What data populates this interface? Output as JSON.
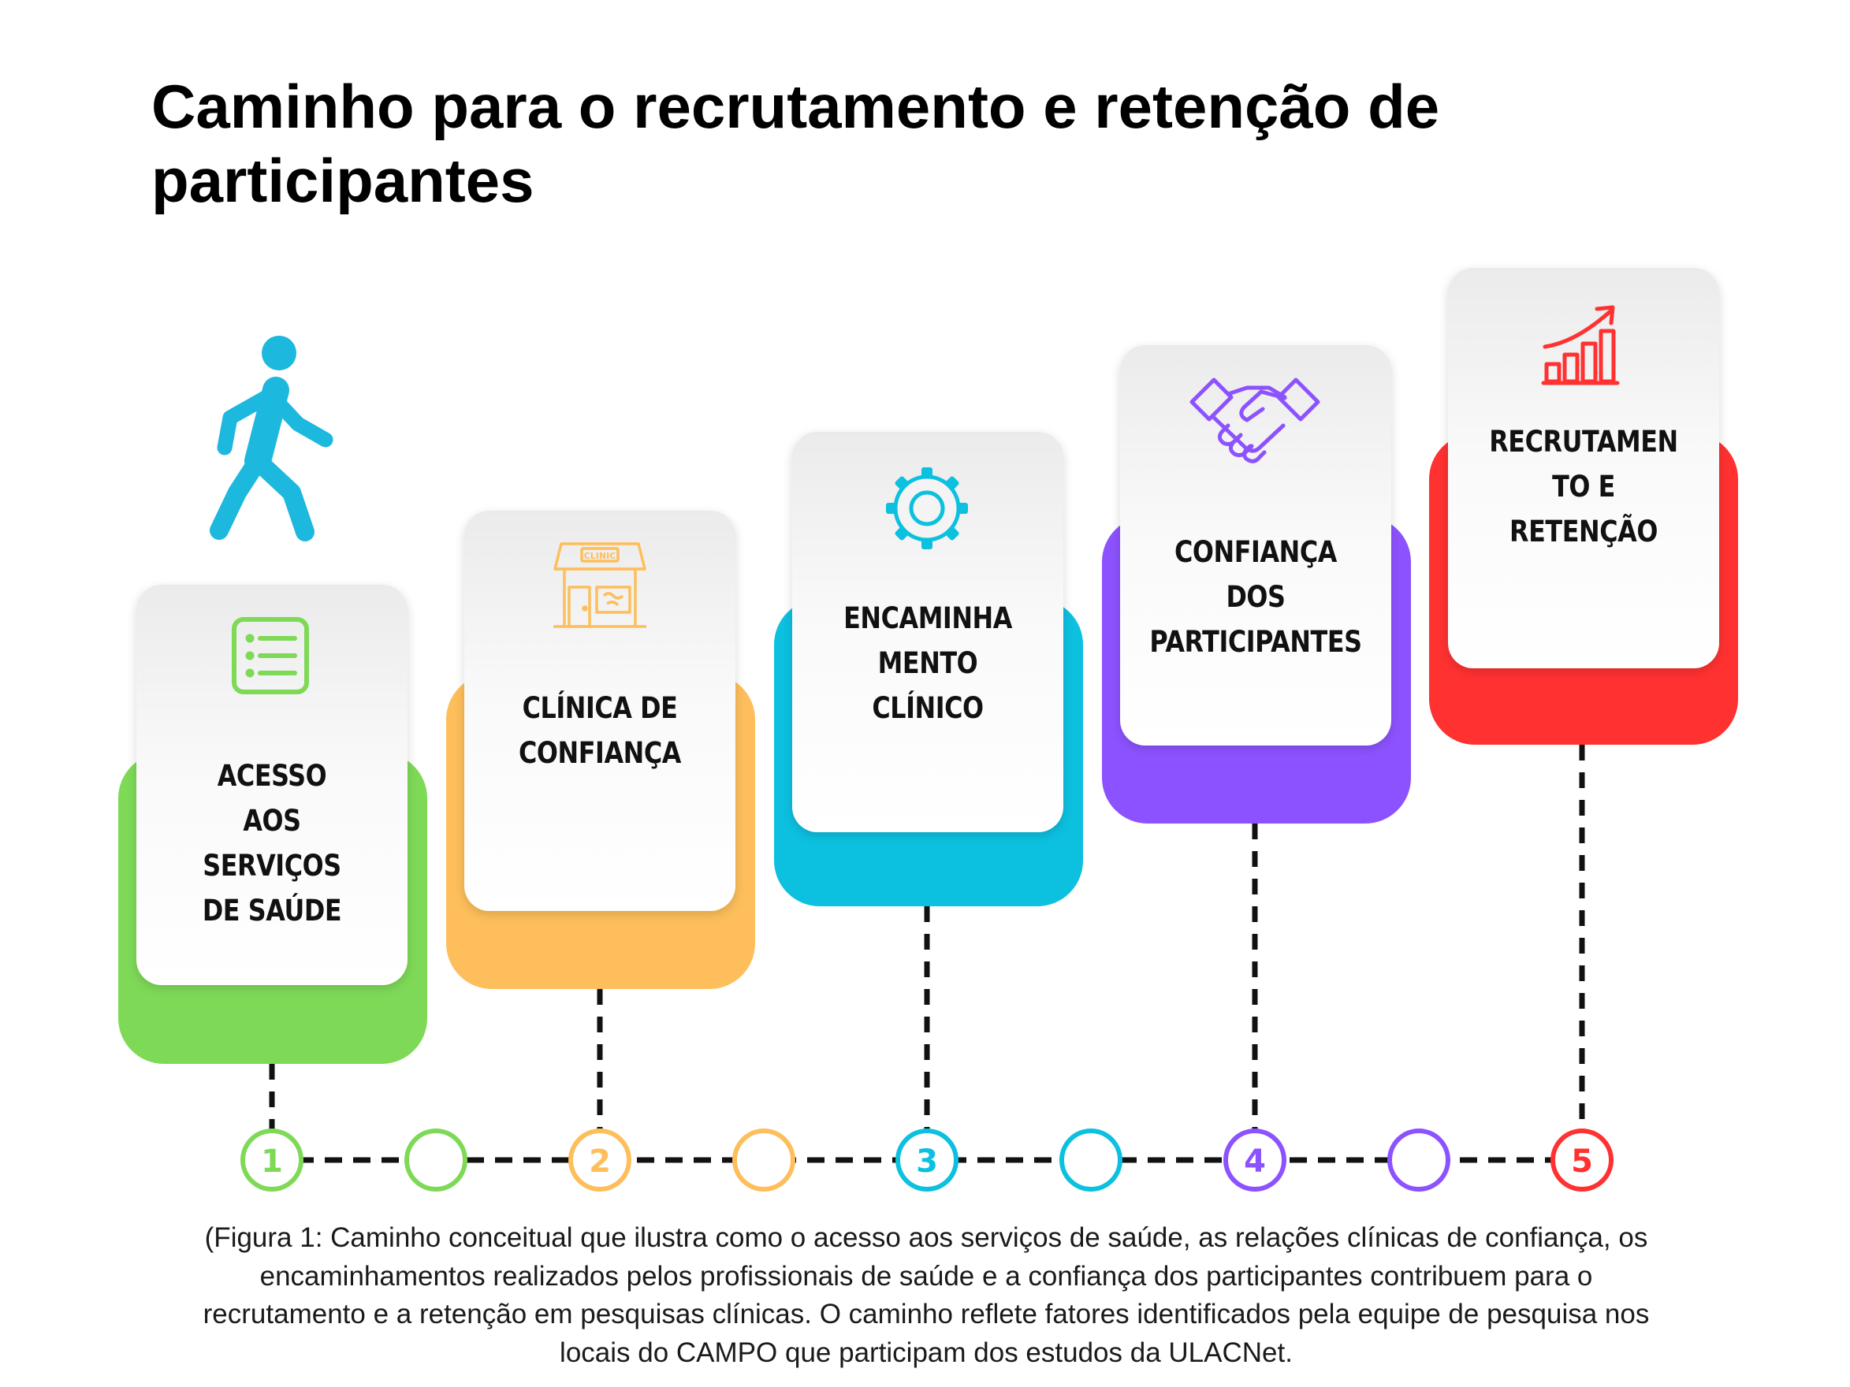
{
  "title": {
    "line1": "Caminho para o recrutamento e retenção de",
    "line2": "participantes"
  },
  "steps": [
    {
      "number": "1",
      "label_lines": [
        "ACESSO",
        "AOS",
        "SERVIÇOS",
        "DE SAÚDE"
      ],
      "icon": "list-icon",
      "color": "#7ED957"
    },
    {
      "number": "2",
      "label_lines": [
        "CLÍNICA DE",
        "CONFIANÇA"
      ],
      "icon": "clinic-icon",
      "color": "#FDBE5B"
    },
    {
      "number": "3",
      "label_lines": [
        "ENCAMINHA",
        "MENTO",
        "CLÍNICO"
      ],
      "icon": "gear-icon",
      "color": "#0CC0DF"
    },
    {
      "number": "4",
      "label_lines": [
        "CONFIANÇA",
        "DOS",
        "PARTICIPANTES"
      ],
      "icon": "handshake-icon",
      "color": "#8C52FF"
    },
    {
      "number": "5",
      "label_lines": [
        "RECRUTAMEN",
        "TO E",
        "RETENÇÃO"
      ],
      "icon": "growth-chart-icon",
      "color": "#FF3131"
    }
  ],
  "walker_icon": {
    "icon": "walking-person-icon",
    "color": "#1DB8DE"
  },
  "clinic_sign": "CLINIC",
  "caption": {
    "line1": "(Figura 1: Caminho conceitual que ilustra como o acesso aos serviços de saúde, as relações clínicas de confiança, os",
    "line2": "encaminhamentos realizados pelos profissionais de saúde e a confiança dos participantes contribuem para o",
    "line3": "recrutamento e a retenção em pesquisas clínicas. O caminho reflete fatores identificados pela equipe de pesquisa nos",
    "line4": "locais do CAMPO que participam dos estudos da ULACNet."
  }
}
